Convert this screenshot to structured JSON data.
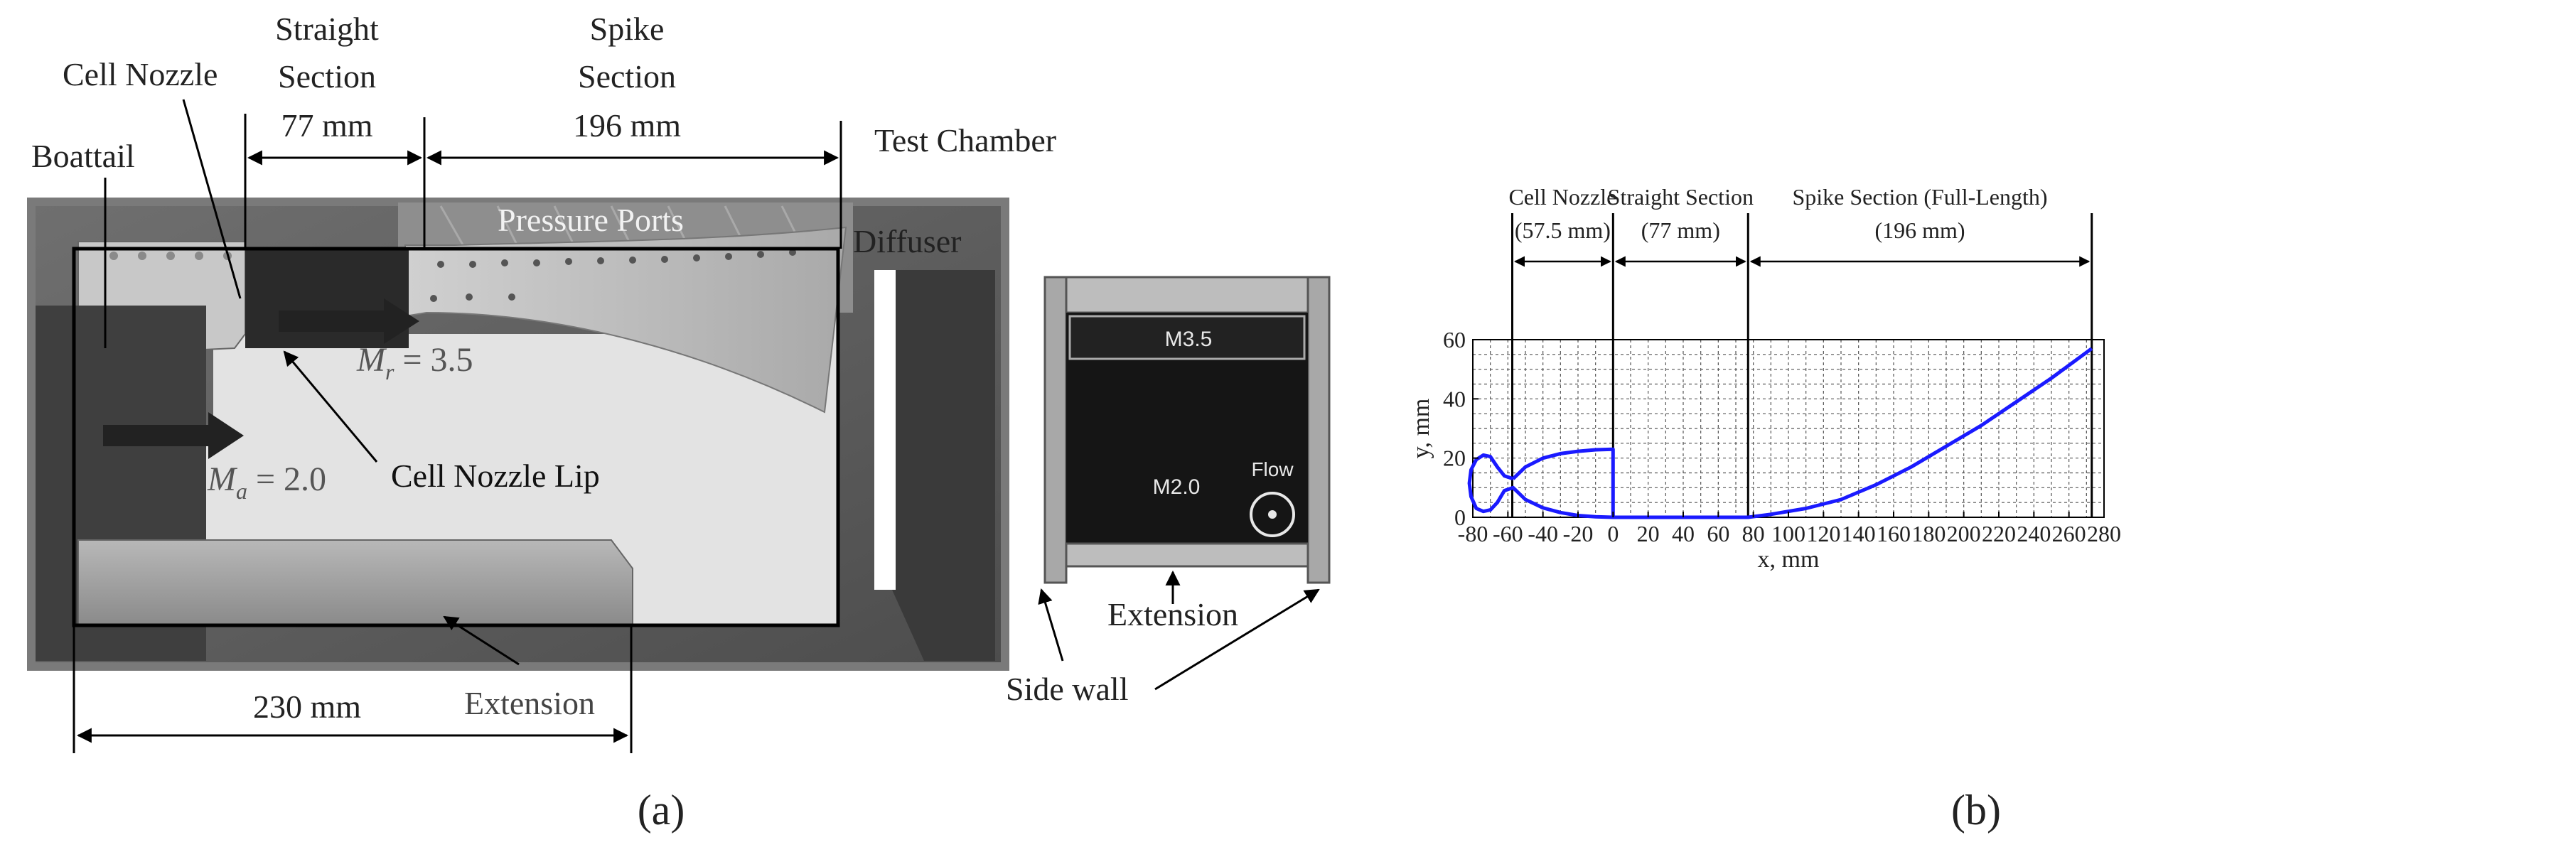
{
  "panel_a": {
    "caption": "(a)",
    "labels": {
      "cell_nozzle": "Cell Nozzle",
      "straight_line1": "Straight",
      "straight_line2": "Section",
      "straight_dim": "77 mm",
      "spike_line1": "Spike",
      "spike_line2": "Section",
      "spike_dim": "196 mm",
      "test_chamber": "Test Chamber",
      "boattail": "Boattail",
      "pressure_ports": "Pressure Ports",
      "diffuser": "Diffuser",
      "mr_symbol": "M",
      "mr_sub": "r",
      "mr_value": " = 3.5",
      "ma_symbol": "M",
      "ma_sub": "a",
      "ma_value": " = 2.0",
      "cell_nozzle_lip": "Cell Nozzle Lip",
      "dim_230": "230 mm",
      "extension_bottom": "Extension"
    },
    "inset": {
      "m35": "M3.5",
      "m20": "M2.0",
      "flow": "Flow",
      "extension": "Extension",
      "side_wall": "Side wall"
    }
  },
  "panel_b": {
    "caption": "(b)",
    "sections": [
      {
        "line1": "Cell Nozzle",
        "line2": "(57.5 mm)"
      },
      {
        "line1": "Straight Section",
        "line2": "(77 mm)"
      },
      {
        "line1": "Spike Section (Full-Length)",
        "line2": "(196 mm)"
      }
    ]
  },
  "chart_data": {
    "type": "line",
    "xlabel": "x, mm",
    "ylabel": "y, mm",
    "xlim": [
      -80,
      280
    ],
    "ylim": [
      0,
      60
    ],
    "xticks": [
      -80,
      -60,
      -40,
      -20,
      0,
      20,
      40,
      60,
      80,
      100,
      120,
      140,
      160,
      180,
      200,
      220,
      240,
      260,
      280
    ],
    "yticks": [
      0,
      20,
      40,
      60
    ],
    "grid": true,
    "section_boundaries_x": [
      -57.5,
      0,
      77,
      273
    ],
    "series": [
      {
        "color": "#1a1aff",
        "points": [
          [
            -57,
            13
          ],
          [
            -50,
            17
          ],
          [
            -40,
            20
          ],
          [
            -30,
            21.5
          ],
          [
            -20,
            22.3
          ],
          [
            -10,
            22.8
          ],
          [
            0,
            23
          ],
          [
            0,
            0
          ],
          [
            -10,
            0.2
          ],
          [
            -20,
            0.6
          ],
          [
            -30,
            1.6
          ],
          [
            -40,
            3.2
          ],
          [
            -50,
            6
          ],
          [
            -57,
            10
          ],
          [
            -62,
            9
          ],
          [
            -66,
            5
          ],
          [
            -70,
            2.5
          ],
          [
            -74,
            2
          ],
          [
            -78,
            3
          ],
          [
            -81,
            7
          ],
          [
            -82,
            11.5
          ],
          [
            -81,
            16
          ],
          [
            -78,
            19.5
          ],
          [
            -74,
            21
          ],
          [
            -70,
            20.5
          ],
          [
            -66,
            17
          ],
          [
            -62,
            14
          ],
          [
            -57,
            13
          ]
        ]
      },
      {
        "color": "#1a1aff",
        "points": [
          [
            0,
            0
          ],
          [
            20,
            0
          ],
          [
            40,
            0
          ],
          [
            60,
            0
          ],
          [
            77,
            0
          ],
          [
            90,
            1
          ],
          [
            110,
            3
          ],
          [
            130,
            6
          ],
          [
            150,
            11
          ],
          [
            170,
            17
          ],
          [
            190,
            24
          ],
          [
            210,
            31
          ],
          [
            230,
            39
          ],
          [
            250,
            47
          ],
          [
            273,
            57
          ]
        ]
      }
    ]
  }
}
